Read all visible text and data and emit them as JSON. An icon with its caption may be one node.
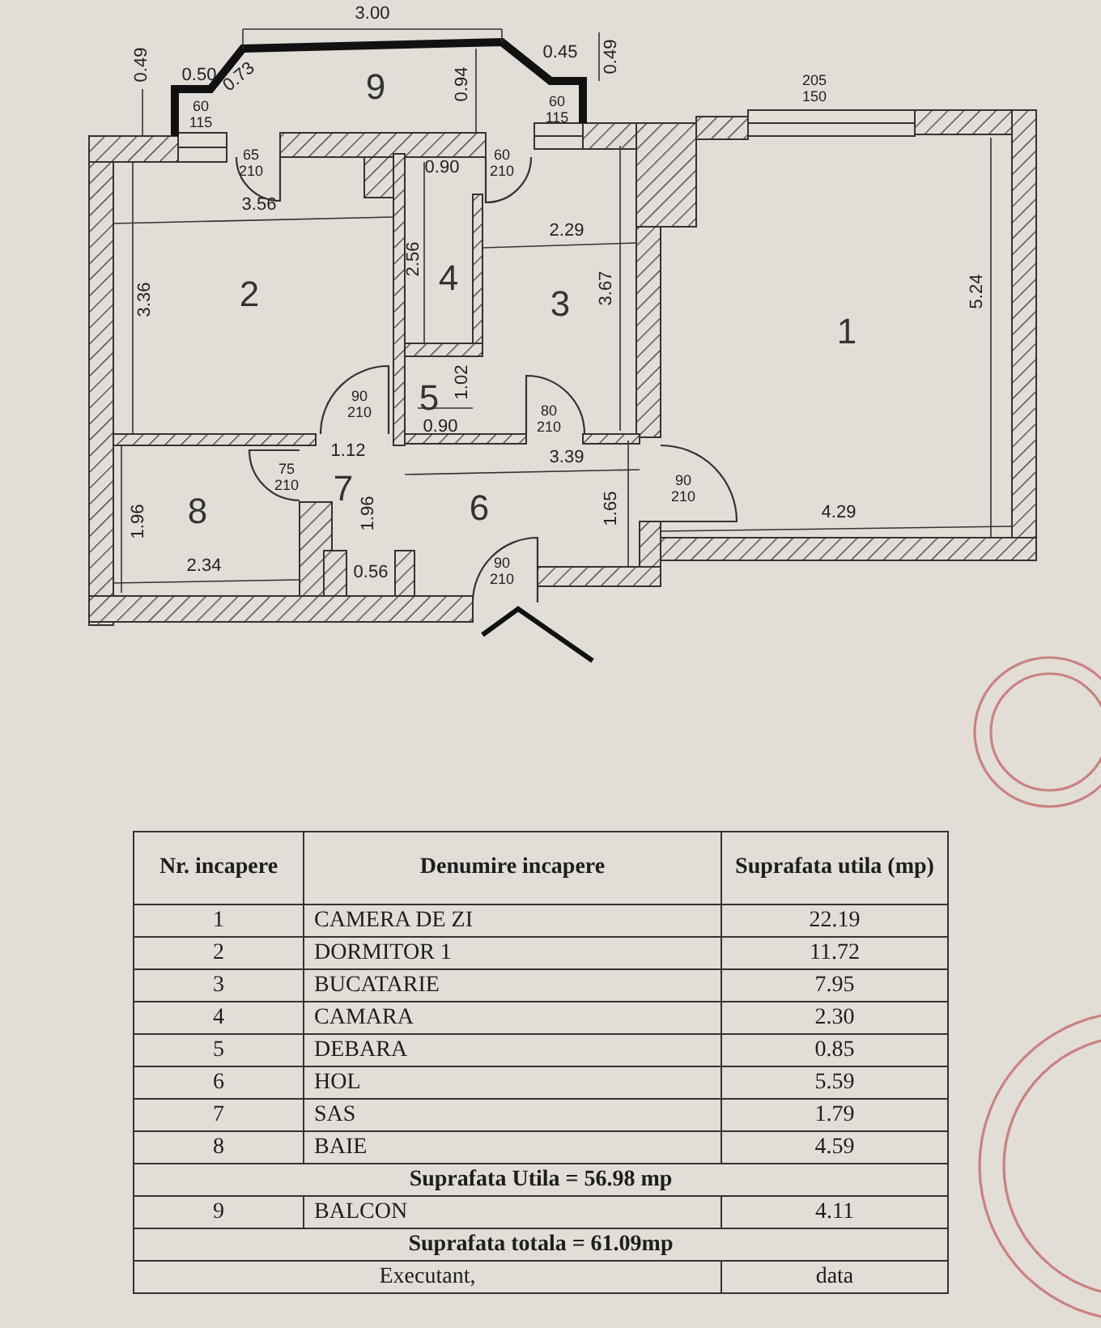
{
  "diagram": {
    "labels": [
      "3.00",
      "0.49",
      "0.50",
      "0.73",
      "9",
      "0.94",
      "0.45",
      "0.49",
      "60",
      "115",
      "60",
      "115",
      "205",
      "150",
      "65",
      "210",
      "0.90",
      "60",
      "210",
      "3.56",
      "2.29",
      "3.36",
      "2",
      "2.56",
      "4",
      "3",
      "3.67",
      "5.24",
      "1",
      "90",
      "210",
      "5",
      "1.02",
      "0.90",
      "80",
      "210",
      "1.12",
      "3.39",
      "75",
      "210",
      "7",
      "1.96",
      "8",
      "1.96",
      "6",
      "1.65",
      "90",
      "210",
      "4.29",
      "2.34",
      "0.56",
      "90",
      "210",
      "Nr. incapere",
      "Denumire incapere",
      "Suprafata utila (mp)",
      "1",
      "CAMERA DE ZI",
      "22.19",
      "2",
      "DORMITOR 1",
      "11.72",
      "3",
      "BUCATARIE",
      "7.95",
      "4",
      "CAMARA",
      "2.30",
      "5",
      "DEBARA",
      "0.85",
      "6",
      "HOL",
      "5.59",
      "7",
      "SAS",
      "1.79",
      "8",
      "BAIE",
      "4.59",
      "Suprafata Utila = 56.98  mp",
      "9",
      "BALCON",
      "4.11",
      "Suprafata totala =  61.09mp",
      "Executant,",
      "data"
    ]
  }
}
